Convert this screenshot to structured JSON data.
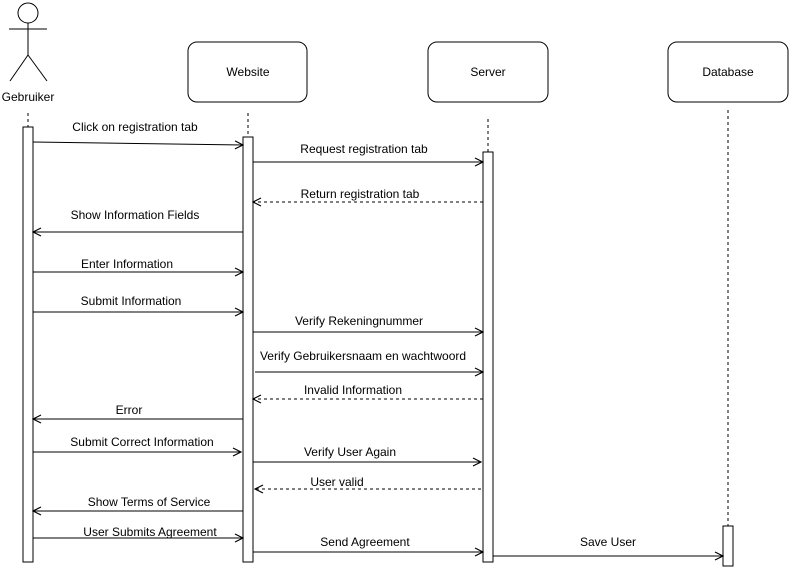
{
  "actor": {
    "label": "Gebruiker"
  },
  "participants": [
    {
      "key": "website",
      "label": "Website"
    },
    {
      "key": "server",
      "label": "Server"
    },
    {
      "key": "database",
      "label": "Database"
    }
  ],
  "messages": [
    {
      "key": "click-registration-tab",
      "label": "Click on registration tab",
      "from": "gebruiker",
      "to": "website",
      "style": "solid"
    },
    {
      "key": "request-registration-tab",
      "label": "Request registration tab",
      "from": "website",
      "to": "server",
      "style": "solid"
    },
    {
      "key": "return-registration-tab",
      "label": "Return registration tab",
      "from": "server",
      "to": "website",
      "style": "dashed"
    },
    {
      "key": "show-information-fields",
      "label": "Show Information Fields",
      "from": "website",
      "to": "gebruiker",
      "style": "solid"
    },
    {
      "key": "enter-information",
      "label": "Enter Information",
      "from": "gebruiker",
      "to": "website",
      "style": "solid"
    },
    {
      "key": "submit-information",
      "label": "Submit Information",
      "from": "gebruiker",
      "to": "website",
      "style": "solid"
    },
    {
      "key": "verify-rekeningnummer",
      "label": "Verify Rekeningnummer",
      "from": "website",
      "to": "server",
      "style": "solid"
    },
    {
      "key": "verify-gebruikersnaam",
      "label": "Verify Gebruikersnaam en wachtwoord",
      "from": "website",
      "to": "server",
      "style": "solid"
    },
    {
      "key": "invalid-information",
      "label": "Invalid Information",
      "from": "server",
      "to": "website",
      "style": "dashed"
    },
    {
      "key": "error",
      "label": "Error",
      "from": "website",
      "to": "gebruiker",
      "style": "solid"
    },
    {
      "key": "submit-correct-information",
      "label": "Submit Correct Information",
      "from": "gebruiker",
      "to": "website",
      "style": "solid"
    },
    {
      "key": "verify-user-again",
      "label": "Verify User Again",
      "from": "website",
      "to": "server",
      "style": "solid"
    },
    {
      "key": "user-valid",
      "label": "User valid",
      "from": "server",
      "to": "website",
      "style": "dashed"
    },
    {
      "key": "show-terms-of-service",
      "label": "Show Terms of Service",
      "from": "website",
      "to": "gebruiker",
      "style": "solid"
    },
    {
      "key": "user-submits-agreement",
      "label": "User Submits Agreement",
      "from": "gebruiker",
      "to": "website",
      "style": "solid"
    },
    {
      "key": "send-agreement",
      "label": "Send Agreement",
      "from": "website",
      "to": "server",
      "style": "solid"
    },
    {
      "key": "save-user",
      "label": "Save User",
      "from": "server",
      "to": "database",
      "style": "solid"
    }
  ]
}
